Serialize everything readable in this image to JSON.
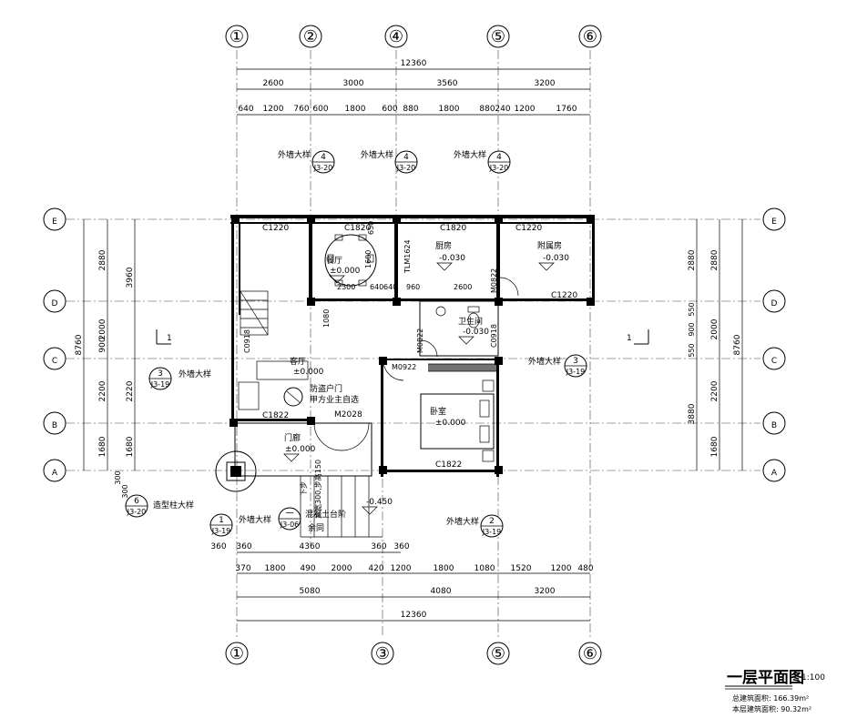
{
  "axes_top": [
    "①",
    "②",
    "④",
    "⑤",
    "⑥"
  ],
  "axes_bottom": [
    "①",
    "③",
    "⑤",
    "⑥"
  ],
  "axes_side": [
    "E",
    "D",
    "C",
    "B",
    "A"
  ],
  "dims_top_total": "12360",
  "dims_top_mid": [
    "2600",
    "3000",
    "3560",
    "3200"
  ],
  "dims_top_detail": [
    "640",
    "1200",
    "760",
    "600",
    "1800",
    "600",
    "880",
    "1800",
    "880",
    "240",
    "1200",
    "1760"
  ],
  "dims_bottom_total": "12360",
  "dims_bottom_mid": [
    "5080",
    "4080",
    "3200"
  ],
  "dims_bottom_detail": [
    "370",
    "1800",
    "490",
    "2000",
    "420",
    "1200",
    "1800",
    "1080",
    "1520",
    "1200",
    "480"
  ],
  "dims_bottom_top_row": [
    "360",
    "360",
    "4360",
    "360",
    "360"
  ],
  "dims_left_outer": "8760",
  "dims_left_mid": [
    "2880",
    "2000",
    "900",
    "2200",
    "1680"
  ],
  "dims_left_inner": [
    "3960",
    "2220",
    "1680"
  ],
  "dims_left_small": [
    "300",
    "300"
  ],
  "dims_right_outer": "8760",
  "dims_right_mid": [
    "2880",
    "2000",
    "2200",
    "1680"
  ],
  "dims_right_inner": [
    "2880",
    "550",
    "900",
    "550",
    "3880"
  ],
  "rooms": {
    "dining": {
      "name": "餐厅",
      "level": "±0.000"
    },
    "kitchen": {
      "name": "厨房",
      "level": "-0.030"
    },
    "side_kitchen": {
      "name": "附属房",
      "level": "-0.030"
    },
    "toilet": {
      "name": "卫生间",
      "level": "-0.030"
    },
    "living": {
      "name": "客厅",
      "level": "±0.000"
    },
    "bedroom": {
      "name": "卧室",
      "level": "±0.000"
    },
    "foyer": {
      "name": "门廊",
      "level": "±0.000"
    },
    "outside": {
      "level": "-0.450"
    }
  },
  "windows": [
    "C1220",
    "C1820",
    "C1820",
    "C1220",
    "C1220",
    "C1822",
    "C1822",
    "C0918",
    "C0918"
  ],
  "doors": [
    "TLM1624",
    "M0822",
    "M0822",
    "M0922",
    "M2028"
  ],
  "notes": {
    "door_note_1": "防盗户门",
    "door_note_2": "甲方业主自选",
    "steps": "下步",
    "steps_note": "步宽300,步高150",
    "platform": "混凝土台阶",
    "platform_note": "余同",
    "dim_1080": "1080",
    "dim_640a": "640",
    "dim_640b": "640",
    "dim_960": "960",
    "dim_2600": "2600",
    "dim_2300": "2300",
    "dim_1600": "1600",
    "dim_650": "650"
  },
  "callouts": [
    {
      "label": "外墙大样",
      "num": "4",
      "ref": "J3-20"
    },
    {
      "label": "外墙大样",
      "num": "4",
      "ref": "J3-20"
    },
    {
      "label": "外墙大样",
      "num": "4",
      "ref": "J3-20"
    },
    {
      "label": "外墙大样",
      "num": "3",
      "ref": "J3-19"
    },
    {
      "label": "外墙大样",
      "num": "3",
      "ref": "J3-19"
    },
    {
      "label": "造型柱大样",
      "num": "6",
      "ref": "J3-20"
    },
    {
      "label": "外墙大样",
      "num": "1",
      "ref": "J3-19"
    },
    {
      "label": "外墙大样",
      "num": "2",
      "ref": "J3-19"
    },
    {
      "label": "",
      "num": "一",
      "ref": "J3-06"
    }
  ],
  "section_marks": [
    "1",
    "1"
  ],
  "title": {
    "name": "一层平面图",
    "scale": "1:100",
    "total_area": "总建筑面积: 166.39m²",
    "floor_area": "本层建筑面积: 90.32m²"
  }
}
